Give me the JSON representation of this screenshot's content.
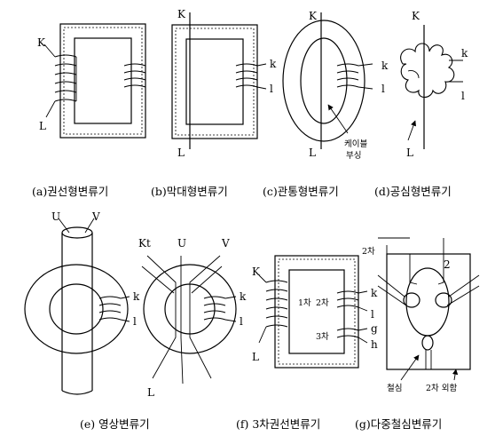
{
  "labels": {
    "a": {
      "K": "K",
      "L": "L"
    },
    "b": {
      "K": "K",
      "L": "L",
      "k": "k",
      "l": "l"
    },
    "c": {
      "K": "K",
      "L": "L",
      "k": "k",
      "l": "l",
      "cable1": "케이블",
      "cable2": "부싱"
    },
    "d": {
      "K": "K",
      "L": "L",
      "k": "k",
      "l": "l"
    },
    "e": {
      "U": "U",
      "V": "V",
      "k": "k",
      "l": "l"
    },
    "e2": {
      "Kt": "Kt",
      "U": "U",
      "V": "V",
      "L": "L",
      "k": "k",
      "l": "l"
    },
    "f": {
      "K": "K",
      "L": "L",
      "k": "k",
      "l": "l",
      "g": "g",
      "h": "h",
      "primary": "1차",
      "secondary": "2차",
      "tertiary": "3차"
    },
    "g": {
      "secondary_top": "2차",
      "two": "2",
      "core": "철심",
      "outer": "2차 외함"
    }
  },
  "captions": {
    "a": "(a)권선형변류기",
    "b": "(b)막대형변류기",
    "c": "(c)관통형변류기",
    "d": "(d)공심형변류기",
    "e": "(e) 영상변류기",
    "f": "(f) 3차권선변류기",
    "g": "(g)다중철심변류기"
  }
}
